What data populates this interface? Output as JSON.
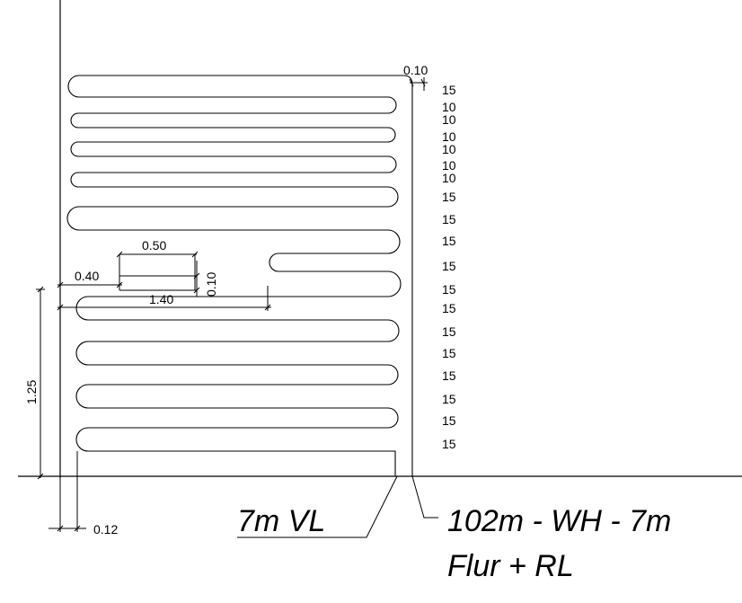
{
  "dimensions": {
    "top_gap": "0.10",
    "pipe_width": "0.50",
    "edge_offset": "0.40",
    "pipe_spacing": "0.10",
    "loop_length": "1.40",
    "height": "1.25",
    "bottom_offset": "0.12"
  },
  "spacing_labels": [
    "15",
    "10",
    "10",
    "10",
    "10",
    "10",
    "10",
    "15",
    "15",
    "15",
    "15",
    "15",
    "15",
    "15",
    "15",
    "15",
    "15",
    "15"
  ],
  "labels": {
    "supply": "7m VL",
    "circuit_line1": "102m - WH - 7m",
    "circuit_line2": "Flur + RL"
  }
}
